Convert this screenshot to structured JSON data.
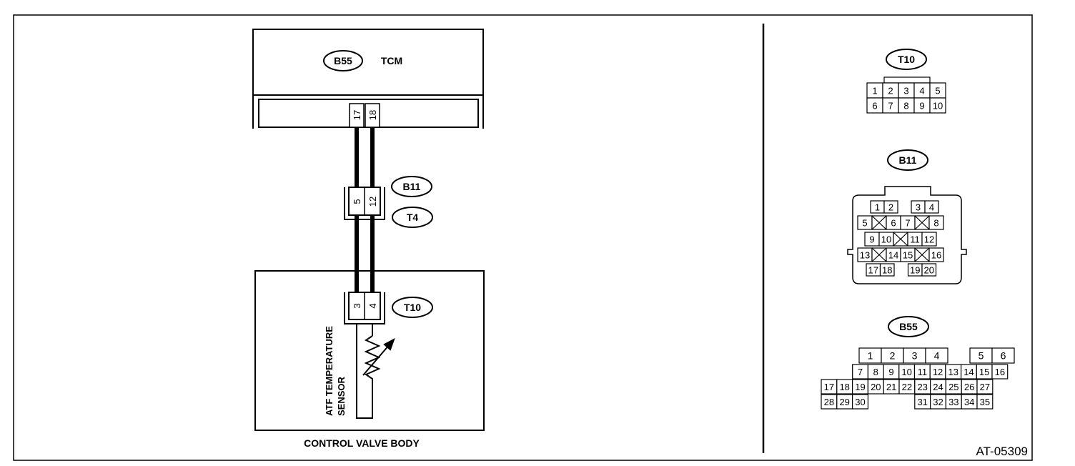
{
  "connectors": {
    "tcm": {
      "id": "B55",
      "name": "TCM",
      "pins": [
        "17",
        "18"
      ]
    },
    "b11": {
      "id": "B11"
    },
    "t4": {
      "id": "T4"
    },
    "inline_pins": [
      "5",
      "12"
    ],
    "t10": {
      "id": "T10",
      "pins": [
        "3",
        "4"
      ]
    }
  },
  "sensor_label": [
    "ATF TEMPERATURE",
    "SENSOR"
  ],
  "body_label": "CONTROL VALVE BODY",
  "figure_code": "AT-05309",
  "legend": {
    "t10": {
      "id": "T10",
      "rows": [
        [
          "1",
          "2",
          "3",
          "4",
          "5"
        ],
        [
          "6",
          "7",
          "8",
          "9",
          "10"
        ]
      ]
    },
    "b11": {
      "id": "B11",
      "rows": [
        [
          "1",
          "2",
          "",
          "3",
          "4"
        ],
        [
          "5",
          "X",
          "6",
          "7",
          "X",
          "8"
        ],
        [
          "9",
          "10",
          "X",
          "11",
          "12"
        ],
        [
          "13",
          "X",
          "14",
          "15",
          "X",
          "16"
        ],
        [
          "17",
          "18",
          "",
          "19",
          "20"
        ]
      ]
    },
    "b55": {
      "id": "B55",
      "rows": [
        [
          "",
          "1",
          "2",
          "3",
          "4",
          "",
          "5",
          "6"
        ],
        [
          "",
          "7",
          "8",
          "9",
          "10",
          "11",
          "12",
          "13",
          "14",
          "15",
          "16"
        ],
        [
          "17",
          "18",
          "19",
          "20",
          "21",
          "22",
          "23",
          "24",
          "25",
          "26",
          "27"
        ],
        [
          "28",
          "29",
          "30",
          "",
          "",
          "",
          "31",
          "32",
          "33",
          "34",
          "35"
        ]
      ]
    }
  }
}
